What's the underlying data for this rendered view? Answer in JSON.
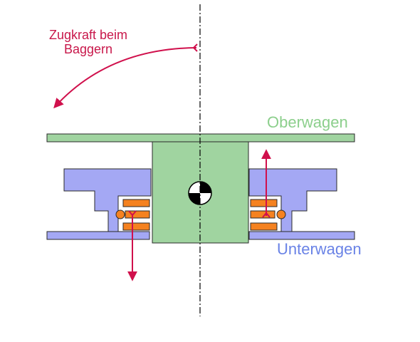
{
  "labels": {
    "force_line1": "Zugkraft beim",
    "force_line2": "Baggern",
    "oberwagen": "Oberwagen",
    "unterwagen": "Unterwagen"
  },
  "colors": {
    "oberwagen_fill": "#a0d4a0",
    "unterwagen_fill": "#a4a8f4",
    "bearing_fill": "#f58220",
    "force_arrow": "#d0104c",
    "outline": "#2a2a2a"
  }
}
